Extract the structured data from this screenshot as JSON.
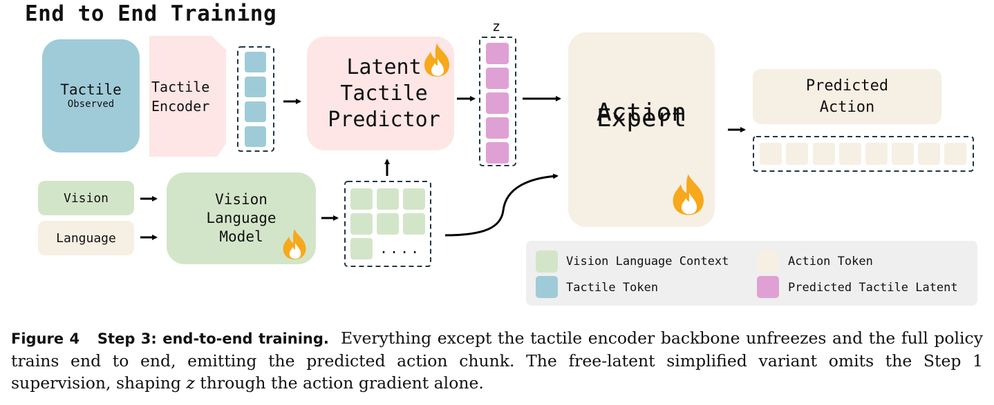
{
  "title": "End to End Training",
  "blocks": {
    "tactile_observed": {
      "line1": "Tactile",
      "line2": "Observed"
    },
    "tactile_encoder": {
      "line1": "Tactile",
      "line2": "Encoder"
    },
    "latent_predictor": {
      "line1": "Latent",
      "line2": "Tactile",
      "line3": "Predictor"
    },
    "z_label": "z",
    "vision": "Vision",
    "language": "Language",
    "vlm": {
      "line1": "Vision",
      "line2": "Language",
      "line3": "Model"
    },
    "vlm_dots": "....",
    "action_expert": {
      "line1": "Action",
      "line2": "Expert"
    },
    "predicted_action": {
      "line1": "Predicted",
      "line2": "Action"
    }
  },
  "legend": {
    "items": [
      {
        "label": "Vision Language Context",
        "color": "#d3e5c9"
      },
      {
        "label": "Tactile Token",
        "color": "#9fcbd8"
      },
      {
        "label": "Action Token",
        "color": "#f6efe3"
      },
      {
        "label": "Predicted Tactile Latent",
        "color": "#dfa1d4"
      }
    ]
  },
  "caption": {
    "label": "Figure 4",
    "heading": "Step 3: end-to-end training.",
    "body_part1": "Everything except the tactile encoder backbone unfreezes and the full policy trains end to end, emitting the predicted action chunk. The free-latent simplified variant omits the Step 1 supervision, shaping",
    "z": "z",
    "body_part2": "through the action gradient alone."
  },
  "colors": {
    "tactile": "#9fcbd8",
    "encoder": "#fde6e5",
    "vision_language": "#d3e5c9",
    "action": "#f6efe3",
    "latent": "#dfa1d4",
    "trainable_flame": "#f7a81b",
    "dashed_border": "#1f3344"
  },
  "icons": [
    "flame-icon",
    "arrow-icon"
  ]
}
